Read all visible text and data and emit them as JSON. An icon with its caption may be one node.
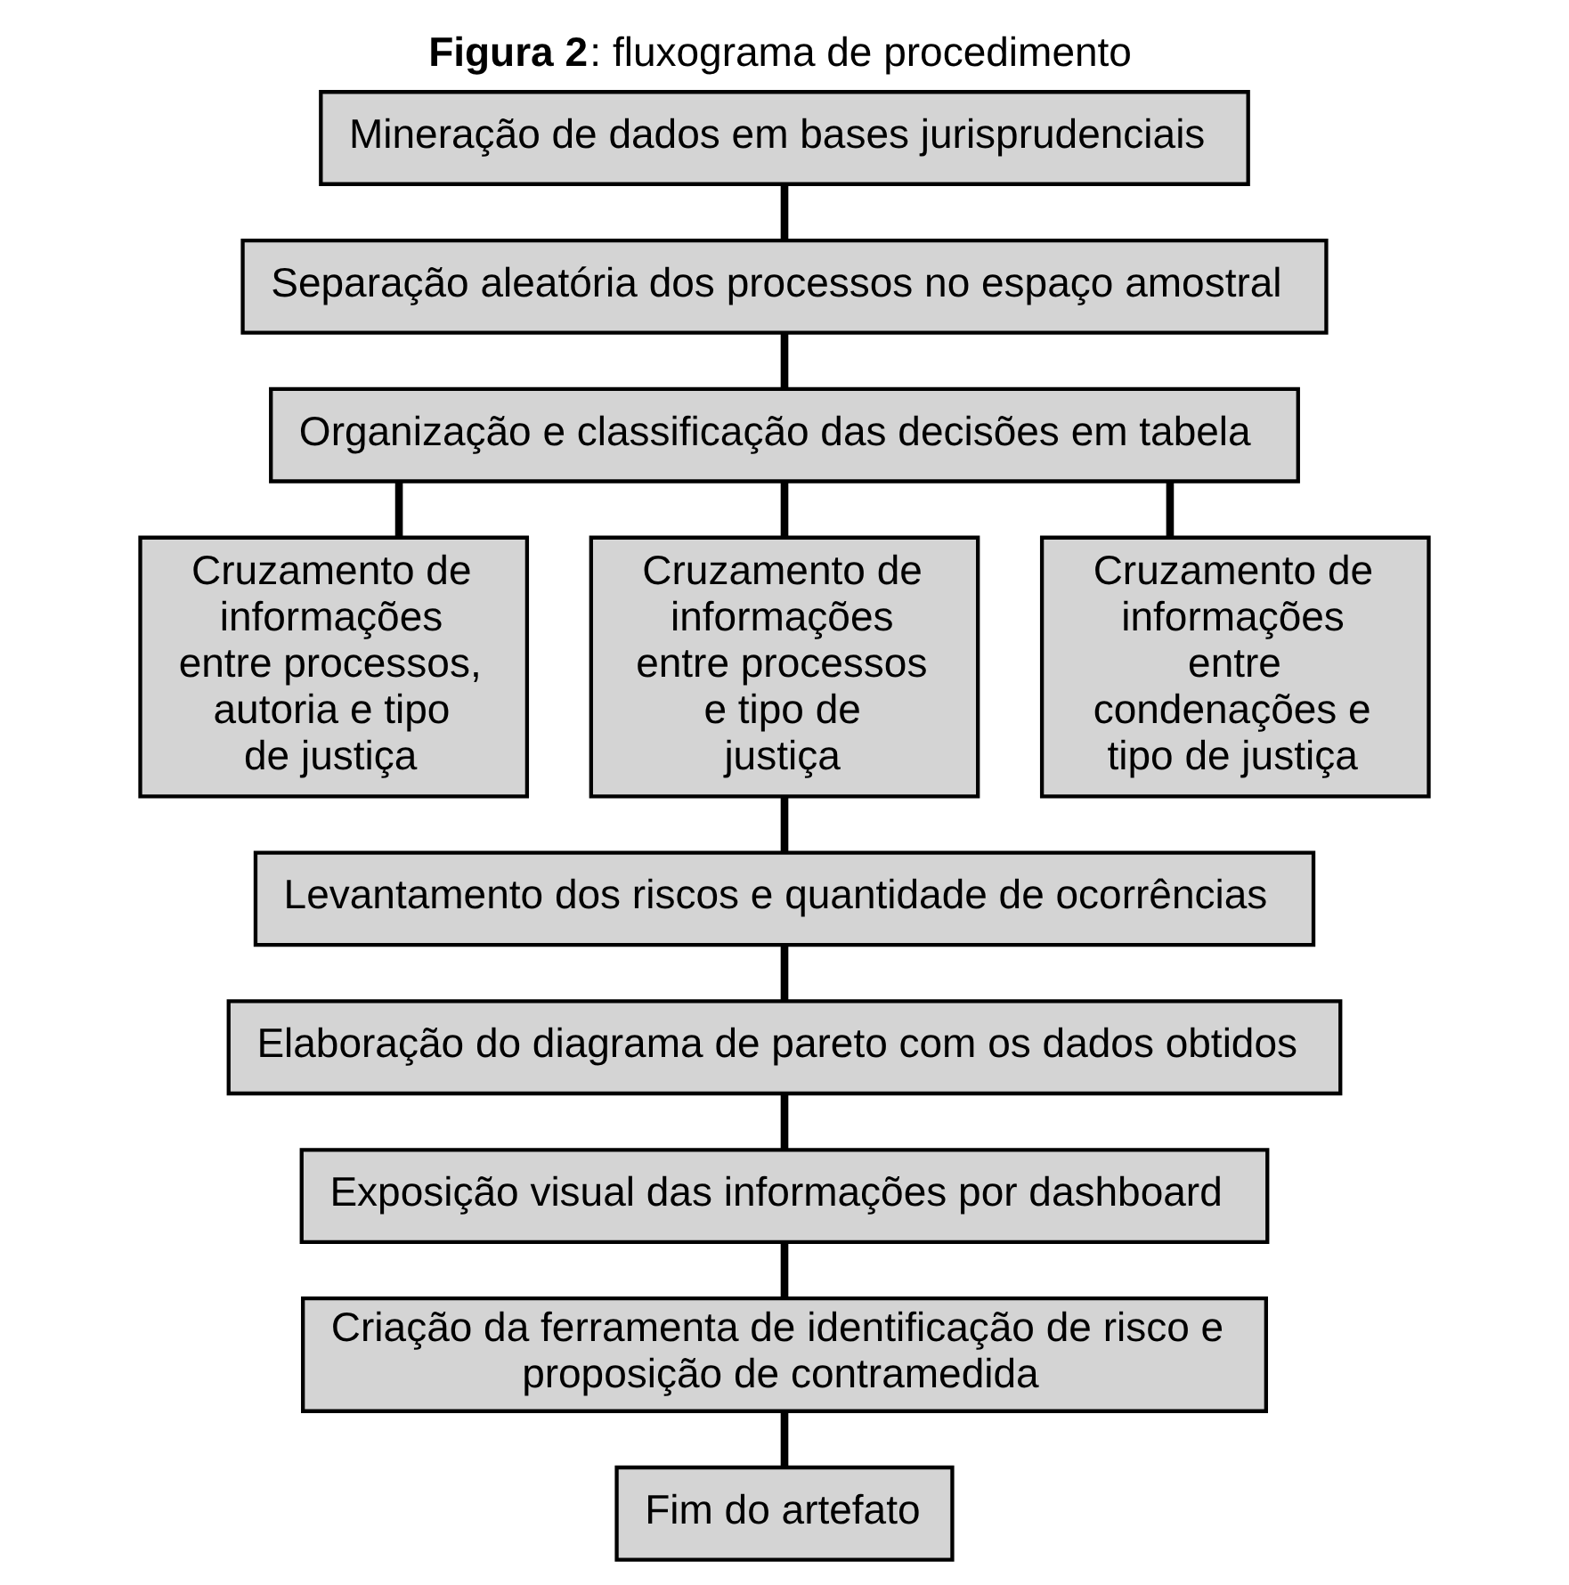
{
  "diagram": {
    "title": "**Figura 2**: fluxograma de procedimento",
    "nodes": [
      {
        "text": [
          "Mineração de dados em bases jurisprudenciais"
        ]
      },
      {
        "text": [
          "Separação aleatória dos processos no espaço amostral"
        ]
      },
      {
        "text": [
          "Organização e classificação das decisões em tabela"
        ]
      },
      {
        "text": [
          "Cruzamento de informações entre processos, autoria e tipo de justiça"
        ]
      },
      {
        "text": [
          "Cruzamento de informações entre processos e tipo de justiça"
        ]
      },
      {
        "text": [
          "Cruzamento de informações entre condenações e tipo de justiça"
        ]
      },
      {
        "text": [
          "Levantamento dos riscos e quantidade de ocorrências"
        ]
      },
      {
        "text": [
          "Elaboração do diagrama de pareto com os dados obtidos"
        ]
      },
      {
        "text": [
          "Exposição visual das informações por dashboard"
        ]
      },
      {
        "text": [
          "Criação da ferramenta de identificação de risco e proposição de contramedida"
        ]
      },
      {
        "text": [
          "Fim do artefato"
        ]
      }
    ],
    "edges": [
      {
        "from": 0,
        "to": 1,
        "arrow": "none"
      },
      {
        "from": 1,
        "to": 2,
        "arrow": "none"
      },
      {
        "from": 2,
        "to": 3,
        "arrow": "none"
      },
      {
        "from": 2,
        "to": 4,
        "arrow": "none"
      },
      {
        "from": 2,
        "to": 5,
        "arrow": "none"
      },
      {
        "from": 4,
        "to": 6,
        "arrow": "none"
      },
      {
        "from": 6,
        "to": 7,
        "arrow": "none"
      },
      {
        "from": 7,
        "to": 8,
        "arrow": "none"
      },
      {
        "from": 8,
        "to": 9,
        "arrow": "none"
      },
      {
        "from": 9,
        "to": 10,
        "arrow": "none"
      }
    ]
  }
}
